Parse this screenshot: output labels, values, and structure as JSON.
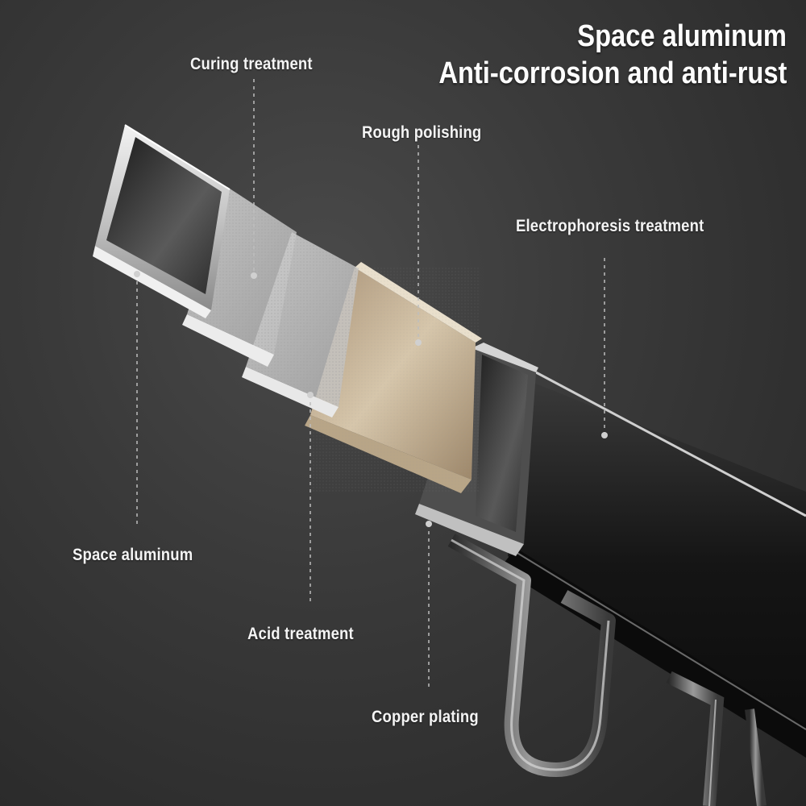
{
  "headline": {
    "line1": "Space aluminum",
    "line2": "Anti-corrosion and anti-rust"
  },
  "layers": {
    "curing": "Curing treatment",
    "rough": "Rough polishing",
    "electro": "Electrophoresis treatment",
    "space": "Space aluminum",
    "acid": "Acid treatment",
    "copper": "Copper plating"
  },
  "colors": {
    "background": "#3a3a3a",
    "text": "#ffffff",
    "copper_layer": "#c9b79a",
    "rail_finish": "#1c1c1c"
  }
}
